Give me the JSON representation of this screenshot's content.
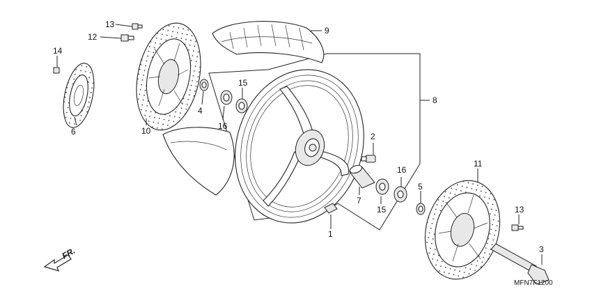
{
  "diagram": {
    "callouts": {
      "c1": "1",
      "c2": "2",
      "c3": "3",
      "c4": "4",
      "c5": "5",
      "c6": "6",
      "c7": "7",
      "c8": "8",
      "c9": "9",
      "c10": "10",
      "c11": "11",
      "c12": "12",
      "c13a": "13",
      "c13b": "13",
      "c14": "14",
      "c15a": "15",
      "c15b": "15",
      "c16a": "16",
      "c16b": "16"
    },
    "direction_label": "FR.",
    "diagram_code": "MFN7F1200"
  }
}
